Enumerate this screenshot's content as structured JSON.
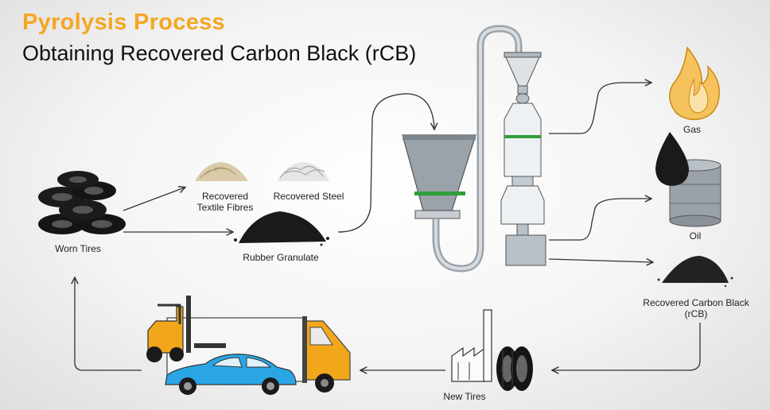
{
  "header": {
    "title": "Pyrolysis Process",
    "subtitle": "Obtaining Recovered Carbon Black (rCB)"
  },
  "labels": {
    "worn_tires": "Worn Tires",
    "textile_line1": "Recovered",
    "textile_line2": "Textile Fibres",
    "steel": "Recovered Steel",
    "rubber": "Rubber Granulate",
    "gas": "Gas",
    "oil": "Oil",
    "rcb_line1": "Recovered Carbon Black",
    "rcb_line2": "(rCB)",
    "new_tires": "New Tires"
  },
  "colors": {
    "accent": "#f5a623",
    "reactor_band": "#2e9e3a",
    "truck_cab": "#f2a71b",
    "car": "#2aa6e6",
    "forklift": "#f2a71b"
  }
}
